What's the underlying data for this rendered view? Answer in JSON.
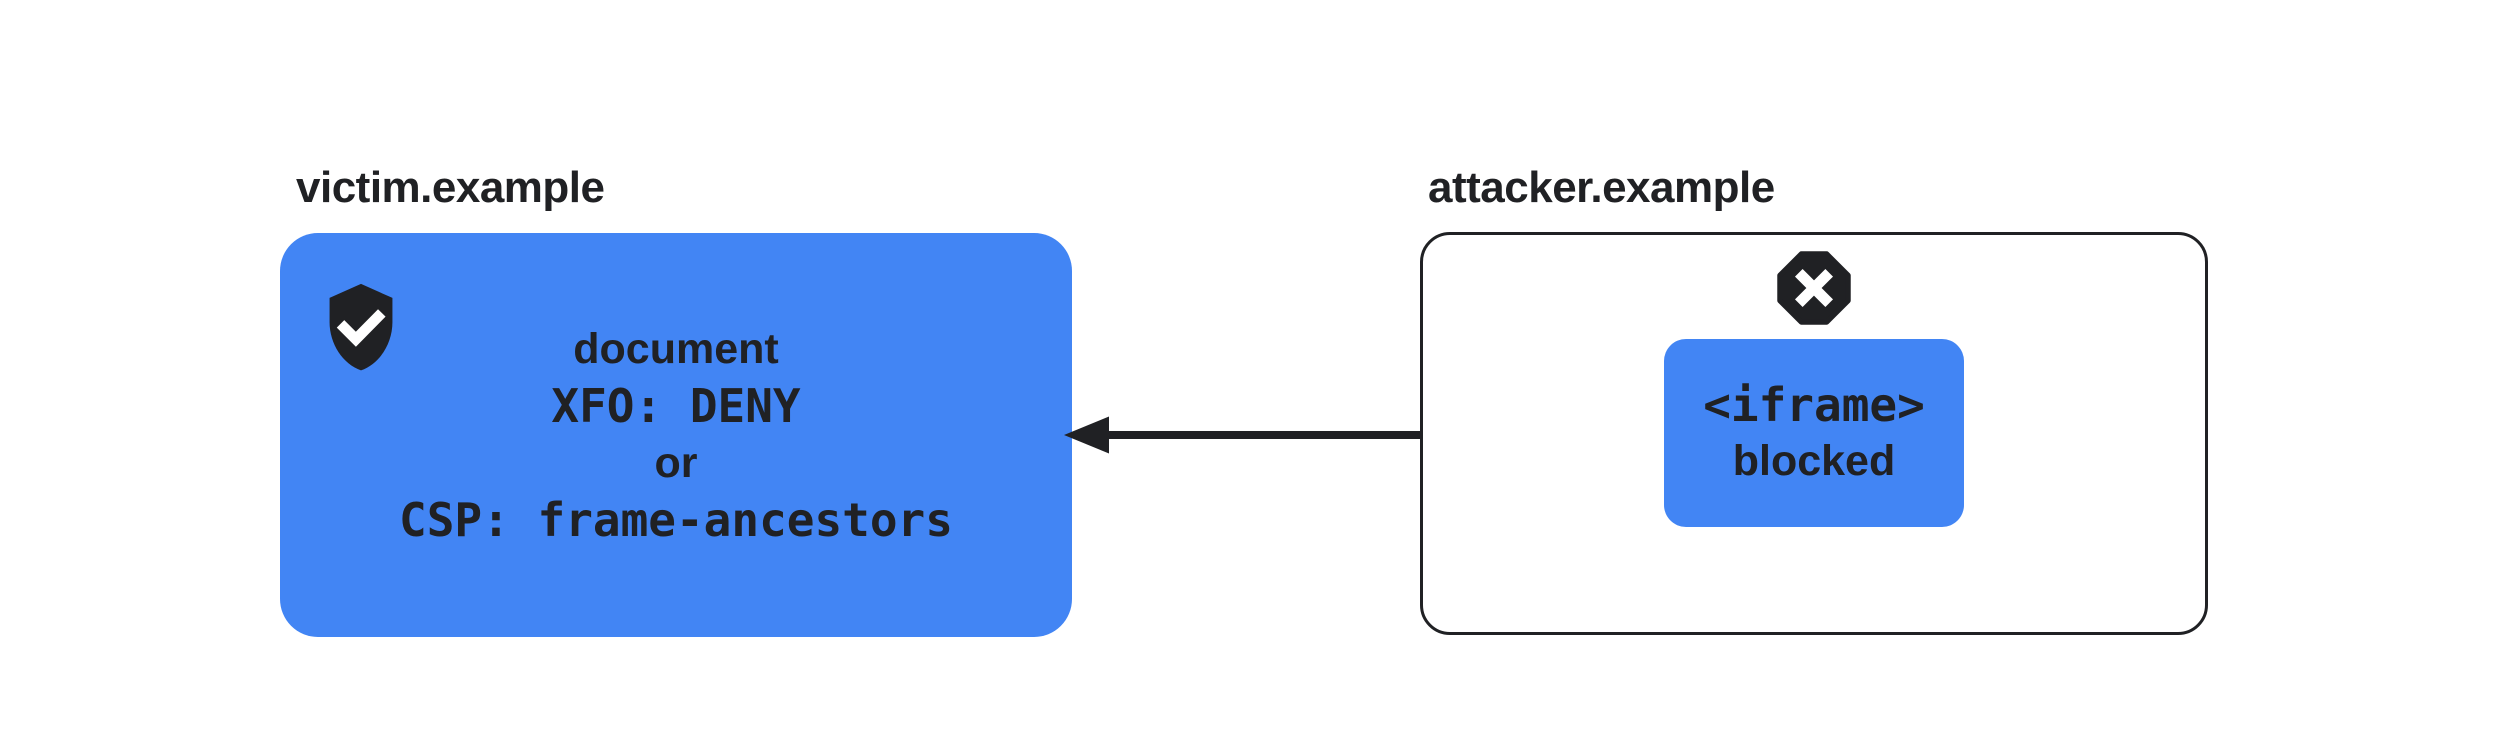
{
  "colors": {
    "accent_blue": "#4285F4",
    "ink": "#202124",
    "background": "#ffffff"
  },
  "victim": {
    "label": "victim.example",
    "box": {
      "icon": "shield-check-icon",
      "lines": [
        {
          "text": "document",
          "style": "sans"
        },
        {
          "text": "XFO: DENY",
          "style": "mono"
        },
        {
          "text": "or",
          "style": "sans"
        },
        {
          "text": "CSP: frame-ancestors",
          "style": "mono"
        }
      ]
    }
  },
  "attacker": {
    "label": "attacker.example",
    "box": {
      "icon": "blocked-x-octagon-icon",
      "iframe_box": {
        "lines": [
          {
            "text": "<iframe>",
            "style": "mono"
          },
          {
            "text": "blocked",
            "style": "sans"
          }
        ]
      }
    }
  },
  "arrow": {
    "direction": "left",
    "from": "attacker-iframe-box",
    "to": "victim-document-box"
  }
}
